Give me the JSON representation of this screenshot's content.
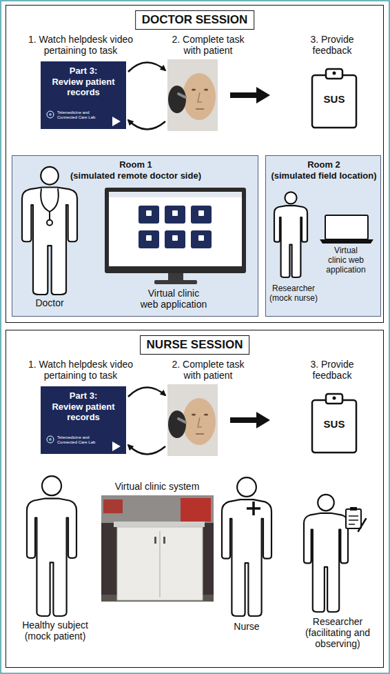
{
  "diagram": {
    "nodes": [
      {
        "text": [
          "DOCTOR SESSION"
        ]
      },
      {
        "text": [
          "Part 3:",
          "Review patient records",
          "Telemedicine and Connected Care Lab"
        ],
        "in": 0
      },
      {
        "text": [
          "SUS"
        ],
        "in": 0
      },
      {
        "text": [
          "Room 1",
          "(simulated remote doctor side)",
          "Doctor",
          "Virtual clinic web application"
        ],
        "in": 0
      },
      {
        "text": [
          "Room 2",
          "(simulated field location)",
          "Virtual clinic web application",
          "Researcher (mock nurse)"
        ],
        "in": 0
      },
      {
        "text": [
          "NURSE SESSION"
        ]
      },
      {
        "text": [
          "Part 3:",
          "Review patient records",
          "Telemedicine and Connected Care Lab"
        ],
        "in": 5
      },
      {
        "text": [
          "SUS"
        ],
        "in": 5
      }
    ],
    "labels": [
      "1. Watch helpdesk video pertaining to task",
      "2. Complete task with patient",
      "3. Provide feedback",
      "1. Watch helpdesk video pertaining to task",
      "2. Complete task with patient",
      "3. Provide feedback",
      "Virtual clinic system",
      "Healthy subject (mock patient)",
      "Nurse",
      "Researcher (facilitating and observing)"
    ]
  }
}
